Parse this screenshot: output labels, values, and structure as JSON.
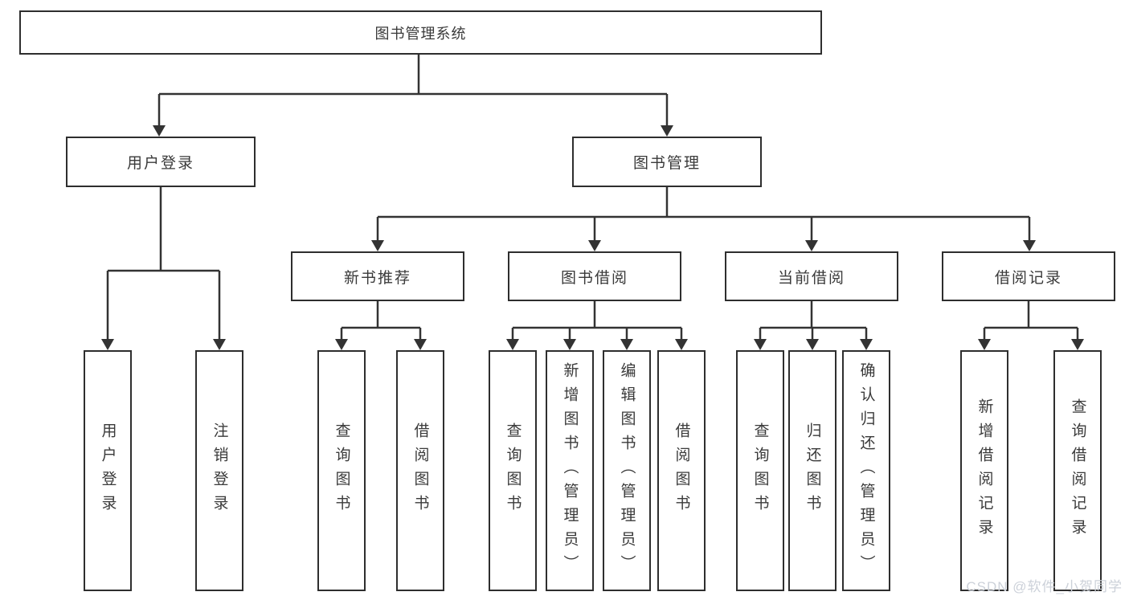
{
  "tree": {
    "label": "图书管理系统",
    "children": [
      {
        "label": "用户登录",
        "children": [
          {
            "label": "用户登录"
          },
          {
            "label": "注销登录"
          }
        ]
      },
      {
        "label": "图书管理",
        "children": [
          {
            "label": "新书推荐",
            "children": [
              {
                "label": "查询图书"
              },
              {
                "label": "借阅图书"
              }
            ]
          },
          {
            "label": "图书借阅",
            "children": [
              {
                "label": "查询图书"
              },
              {
                "label": "新增图书（管理员）"
              },
              {
                "label": "编辑图书（管理员）"
              },
              {
                "label": "借阅图书"
              }
            ]
          },
          {
            "label": "当前借阅",
            "children": [
              {
                "label": "查询图书"
              },
              {
                "label": "归还图书"
              },
              {
                "label": "确认归还（管理员）"
              }
            ]
          },
          {
            "label": "借阅记录",
            "children": [
              {
                "label": "新增借阅记录"
              },
              {
                "label": "查询借阅记录"
              }
            ]
          }
        ]
      }
    ]
  },
  "watermark": "CSDN @软件_小贺同学",
  "colors": {
    "line": "#333333",
    "box_border": "#2e2e2e",
    "text": "#3a3a3a",
    "watermark": "#ccd1d9",
    "background": "#ffffff"
  }
}
